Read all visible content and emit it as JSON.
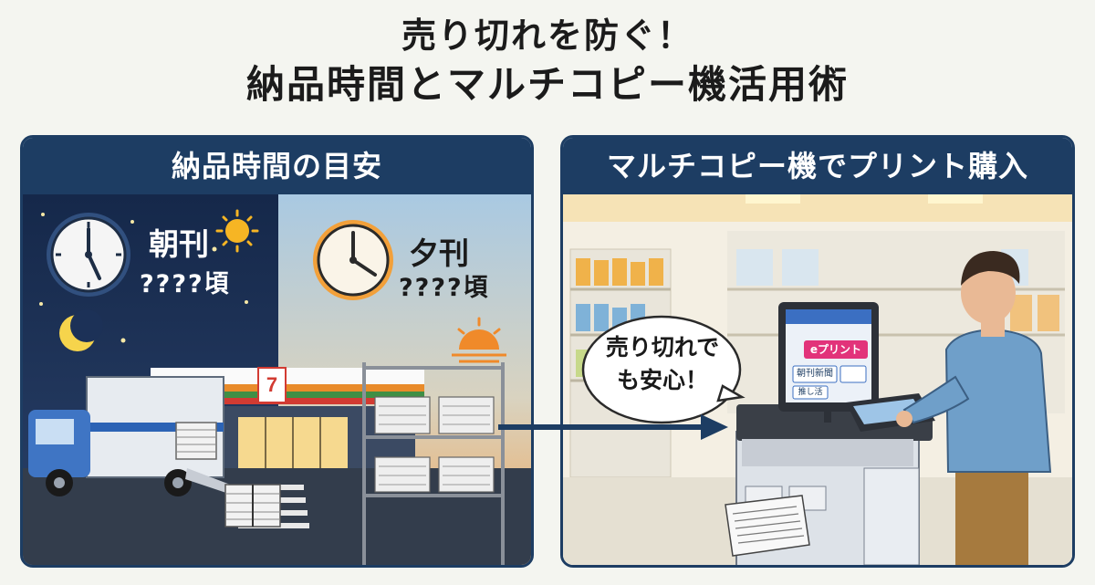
{
  "title": {
    "line1": "売り切れを防ぐ！",
    "line2": "納品時間とマルチコピー機活用術"
  },
  "left_panel": {
    "heading": "納品時間の目安",
    "morning_label": "朝刊",
    "morning_time": "????頃",
    "evening_label": "夕刊",
    "evening_time": "????頃"
  },
  "right_panel": {
    "heading": "マルチコピー機でプリント購入",
    "speech_bubble": "売り切れでも安心！",
    "screen": {
      "header": "eプリント",
      "button1": "朝刊新聞",
      "button2": "推し活"
    }
  },
  "colors": {
    "navy": "#1d3d63",
    "night_sky": "#1e3358",
    "dusk_sky": "#a9c6df",
    "store_orange": "#e98b2a",
    "store_green": "#3f8f45",
    "store_red": "#d23b32"
  }
}
